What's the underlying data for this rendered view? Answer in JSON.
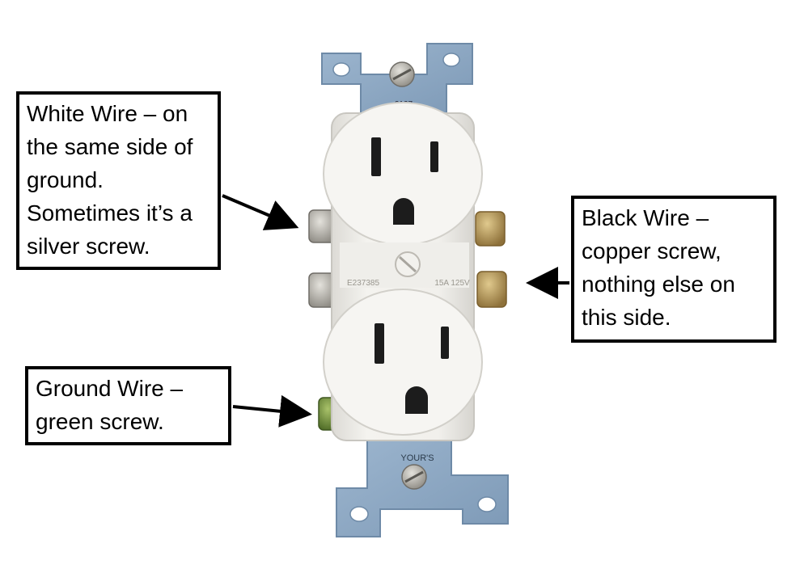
{
  "callouts": {
    "white": {
      "lines": [
        "White Wire – on",
        "the same side of",
        "ground.",
        "Sometimes it’s a",
        "silver screw."
      ]
    },
    "black": {
      "lines": [
        "Black Wire –",
        "copper screw,",
        "nothing else on",
        "this side."
      ]
    },
    "ground": {
      "lines": [
        "Ground Wire –",
        "green screw."
      ]
    }
  },
  "outlet": {
    "imprints": {
      "top_number": "2127",
      "left_code": "E237385",
      "rating": "15A 125V",
      "brand": "YOUR'S"
    }
  },
  "colors": {
    "strap": "#8aa6c2",
    "outlet_body": "#f1f0ec",
    "silver_screw": "#a9a69f",
    "brass_screw": "#b89a5a",
    "ground_screw": "#6f8f3a",
    "arrow": "#000000",
    "box_border": "#000000"
  }
}
